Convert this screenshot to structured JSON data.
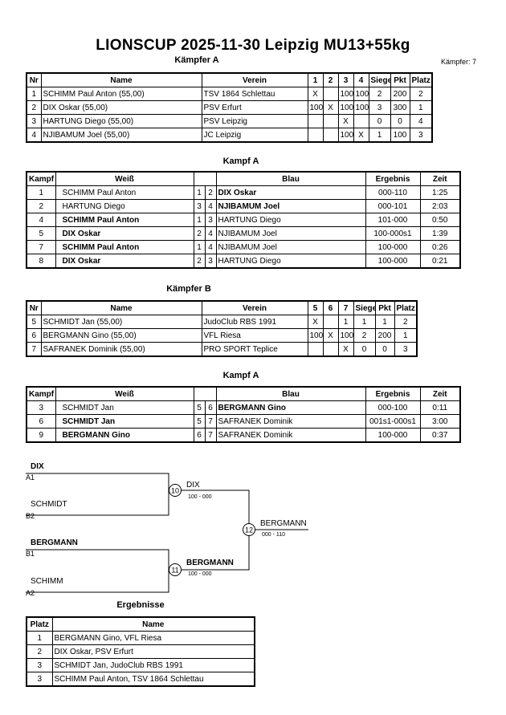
{
  "title": "LIONSCUP  2025-11-30  Leipzig   MU13+55kg",
  "kaempfer_count": "Kämpfer: 7",
  "pool_a": {
    "heading": "Kämpfer A",
    "headers": [
      "Nr",
      "Name",
      "Verein",
      "1",
      "2",
      "3",
      "4",
      "Siege",
      "Pkt",
      "Platz"
    ],
    "rows": [
      [
        "1",
        "SCHIMM Paul Anton  (55,00)",
        "TSV 1864 Schlettau",
        "X",
        "",
        "100",
        "100",
        "2",
        "200",
        "2"
      ],
      [
        "2",
        "DIX Oskar  (55,00)",
        "PSV Erfurt",
        "100",
        "X",
        "100",
        "100",
        "3",
        "300",
        "1"
      ],
      [
        "3",
        "HARTUNG Diego  (55,00)",
        "PSV Leipzig",
        "",
        "",
        "X",
        "",
        "0",
        "0",
        "4"
      ],
      [
        "4",
        "NJIBAMUM Joel  (55,00)",
        "JC Leipzig",
        "",
        "",
        "100",
        "X",
        "1",
        "100",
        "3"
      ]
    ]
  },
  "fights_a": {
    "heading": "Kampf A",
    "headers": [
      "Kampf",
      "Weiß",
      "",
      "",
      "Blau",
      "Ergebnis",
      "Zeit"
    ],
    "rows": [
      {
        "k": "1",
        "w": "SCHIMM Paul Anton",
        "wb": false,
        "n1": "1",
        "n2": "2",
        "b": "DIX Oskar",
        "bb": true,
        "e": "000-110",
        "z": "1:25"
      },
      {
        "k": "2",
        "w": "HARTUNG Diego",
        "wb": false,
        "n1": "3",
        "n2": "4",
        "b": "NJIBAMUM Joel",
        "bb": true,
        "e": "000-101",
        "z": "2:03"
      },
      {
        "k": "4",
        "w": "SCHIMM Paul Anton",
        "wb": true,
        "n1": "1",
        "n2": "3",
        "b": "HARTUNG Diego",
        "bb": false,
        "e": "101-000",
        "z": "0:50"
      },
      {
        "k": "5",
        "w": "DIX Oskar",
        "wb": true,
        "n1": "2",
        "n2": "4",
        "b": "NJIBAMUM Joel",
        "bb": false,
        "e": "100-000s1",
        "z": "1:39"
      },
      {
        "k": "7",
        "w": "SCHIMM Paul Anton",
        "wb": true,
        "n1": "1",
        "n2": "4",
        "b": "NJIBAMUM Joel",
        "bb": false,
        "e": "100-000",
        "z": "0:26"
      },
      {
        "k": "8",
        "w": "DIX Oskar",
        "wb": true,
        "n1": "2",
        "n2": "3",
        "b": "HARTUNG Diego",
        "bb": false,
        "e": "100-000",
        "z": "0:21"
      }
    ]
  },
  "pool_b": {
    "heading": "Kämpfer B",
    "headers": [
      "Nr",
      "Name",
      "Verein",
      "5",
      "6",
      "7",
      "Siege",
      "Pkt",
      "Platz"
    ],
    "rows": [
      [
        "5",
        "SCHMIDT Jan  (55,00)",
        "JudoClub RBS 1991",
        "X",
        "",
        "1",
        "1",
        "1",
        "2"
      ],
      [
        "6",
        "BERGMANN Gino  (55,00)",
        "VFL Riesa",
        "100",
        "X",
        "100",
        "2",
        "200",
        "1"
      ],
      [
        "7",
        "SAFRANEK Dominik  (55,00)",
        "PRO SPORT Teplice",
        "",
        "",
        "X",
        "0",
        "0",
        "3"
      ]
    ]
  },
  "fights_b": {
    "heading": "Kampf A",
    "headers": [
      "Kampf",
      "Weiß",
      "",
      "",
      "Blau",
      "Ergebnis",
      "Zeit"
    ],
    "rows": [
      {
        "k": "3",
        "w": "SCHMIDT Jan",
        "wb": false,
        "n1": "5",
        "n2": "6",
        "b": "BERGMANN Gino",
        "bb": true,
        "e": "000-100",
        "z": "0:11"
      },
      {
        "k": "6",
        "w": "SCHMIDT Jan",
        "wb": true,
        "n1": "5",
        "n2": "7",
        "b": "SAFRANEK Dominik",
        "bb": false,
        "e": "001s1-000s1",
        "z": "3:00"
      },
      {
        "k": "9",
        "w": "BERGMANN Gino",
        "wb": true,
        "n1": "6",
        "n2": "7",
        "b": "SAFRANEK Dominik",
        "bb": false,
        "e": "100-000",
        "z": "0:37"
      }
    ]
  },
  "bracket": {
    "a1_name": "DIX",
    "a1_seed": "A1",
    "b2_name": "SCHMIDT",
    "b2_seed": "B2",
    "b1_name": "BERGMANN",
    "b1_seed": "B1",
    "a2_name": "SCHIMM",
    "a2_seed": "A2",
    "f10": "10",
    "f10_winner": "DIX",
    "f10_score": "100 - 000",
    "f11": "11",
    "f11_winner": "BERGMANN",
    "f11_score": "100 - 000",
    "f12": "12",
    "f12_winner": "BERGMANN",
    "f12_score": "000 - 110"
  },
  "results": {
    "heading": "Ergebnisse",
    "headers": [
      "Platz",
      "Name"
    ],
    "rows": [
      [
        "1",
        "BERGMANN Gino, VFL Riesa"
      ],
      [
        "2",
        "DIX Oskar, PSV Erfurt"
      ],
      [
        "3",
        "SCHMIDT Jan, JudoClub RBS 1991"
      ],
      [
        "3",
        "SCHIMM Paul Anton, TSV 1864 Schlettau"
      ]
    ]
  }
}
